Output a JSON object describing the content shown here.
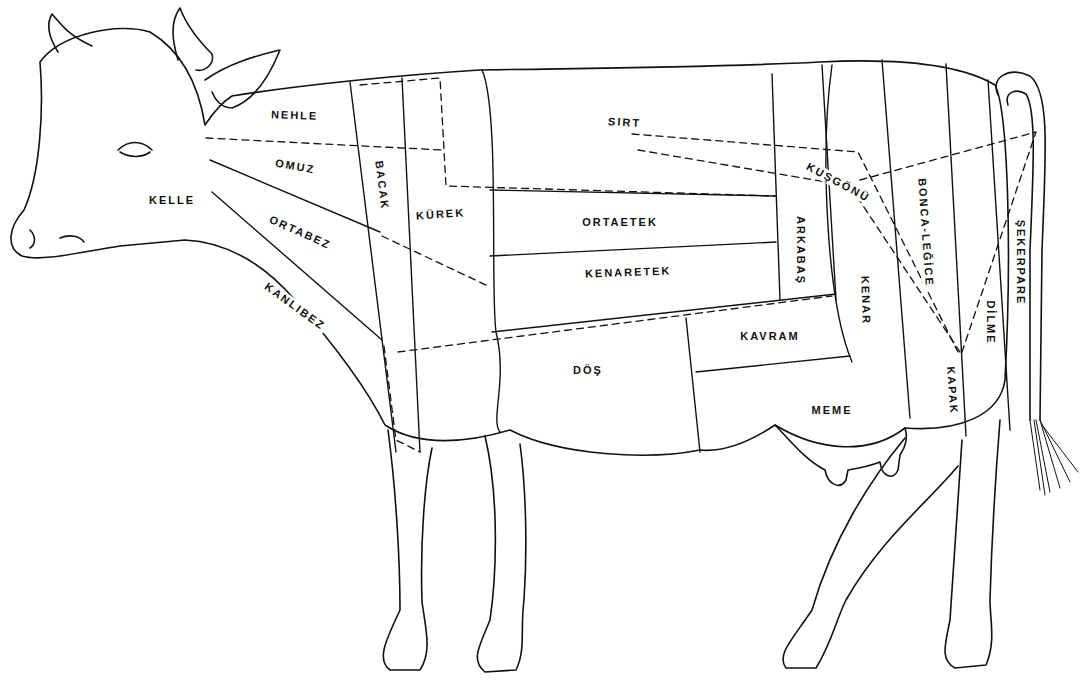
{
  "diagram": {
    "labels": [
      "KELLE",
      "NEHLE",
      "OMUZ",
      "ORTABEZ",
      "KANLIBEZ",
      "BACAK",
      "KÜREK",
      "SIRT",
      "ORTAETEK",
      "KENARETEK",
      "DÖŞ",
      "KAVRAM",
      "MEME",
      "ARKABAŞ",
      "KUŞGÖNÜ",
      "KENAR",
      "BONCA-LEĞİCE",
      "KAPAK",
      "DİLME",
      "ŞEKERPARE"
    ]
  }
}
